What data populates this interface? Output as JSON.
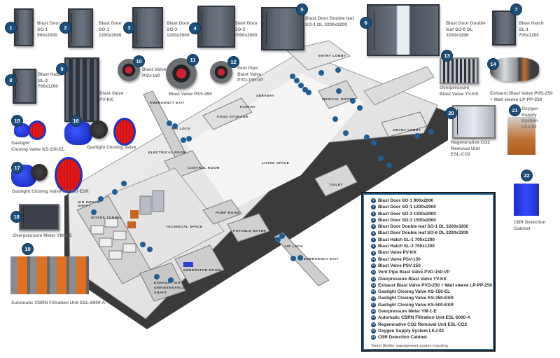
{
  "products": [
    {
      "n": "1",
      "label": "Blast Door\nSO-1\n900x2000"
    },
    {
      "n": "2",
      "label": "Blast Door\nSO-1\n1200x2000"
    },
    {
      "n": "3",
      "label": "Blast Door\nSO-3\n1200x2000"
    },
    {
      "n": "4",
      "label": "Blast Door\nSO-3\n1500x2000"
    },
    {
      "n": "5",
      "label": "Blast Door Double leaf\nSO-1 DL 3200x3200"
    },
    {
      "n": "6",
      "label": "Blast Door Double\nleaf SO-6 DL\n3200x3200"
    },
    {
      "n": "7",
      "label": "Blast Hatch\nSL-1\n700x1200"
    },
    {
      "n": "8",
      "label": "Blast Hatch\nSL-3\n700x1200"
    },
    {
      "n": "9",
      "label": "Blast Valve\nPV-KK"
    },
    {
      "n": "10",
      "label": "Blast Valve\nPSV-150"
    },
    {
      "n": "11",
      "label": "Blast Valve PSV-250"
    },
    {
      "n": "12",
      "label": "Vent Pipe\nBlast Valve\nPVD-150-VP"
    },
    {
      "n": "13",
      "label": "Overpressure\nBlast Valve YV-KK"
    },
    {
      "n": "14",
      "label": "Exhaust Blast Valve PVD-250\n+ Wall sleeve LP-PP-250"
    },
    {
      "n": "15",
      "label": "Gastight\nClosing Valve KS-150-EL"
    },
    {
      "n": "16",
      "label": "Gastight Closing Valve"
    },
    {
      "n": "17",
      "label": "Gastight Closing Valve KS-500-ESR"
    },
    {
      "n": "18",
      "label": "Overpressure Meter YM-1-E"
    },
    {
      "n": "19",
      "label": "Automatic CBRN Filtration Unit ESL-6000-A"
    },
    {
      "n": "20",
      "label": "Regenerative CO2\nRemoval Unit\nESL-CO2"
    },
    {
      "n": "21",
      "label": "Oxygen\nSupply\nSystem\nLKJ-02"
    },
    {
      "n": "22",
      "label": "CBR Detection\nCabinet"
    }
  ],
  "rooms": {
    "entry_lobby_top": "ENTRY LOBBY",
    "entry_lobby_right": "ENTRY LOBBY",
    "emergency_exit_top": "EMERGENCY EXIT",
    "emergency_exit_bottom": "EMERGENCY EXIT",
    "airlock_top": "AIR LOCK",
    "airlock_bottom": "AIR LOCK",
    "servery": "SERVERY",
    "pantry": "PANTRY",
    "food_storage": "FOOD STORAGE",
    "medical_rooms": "MEDICAL ROOMS",
    "electrical_room": "ELECTRICAL ROOM",
    "control_room": "CONTROL ROOM",
    "living_space": "LIVING SPACE",
    "toilet": "TOILET",
    "air_intake_shaft": "AIR INTAKE\nSHAFT",
    "intake_tunnel": "INTAKE TUNNEL",
    "technical_space": "TECHNICAL SPACE",
    "pump_room": "PUMP ROOM",
    "potable_water": "POTABLE WATER",
    "generator_room": "GENERATOR ROOM",
    "exhaust_shaft": "EXHAUST AIR\n&MAINTENANCE\nSHAFT"
  },
  "legend": {
    "items": [
      {
        "n": "1",
        "text": "Blast Door SO-1 900x2000"
      },
      {
        "n": "2",
        "text": "Blast Door SO-1 1200x2000"
      },
      {
        "n": "3",
        "text": "Blast Door SO-3 1200x2000"
      },
      {
        "n": "4",
        "text": "Blast Door SO-3 1500x2000"
      },
      {
        "n": "5",
        "text": "Blast Door Double leaf SO-1 DL 3200x3200"
      },
      {
        "n": "6",
        "text": "Blast Door Double leaf SO-6 DL 3200x3200"
      },
      {
        "n": "7",
        "text": "Blast Hatch SL-1 700x1200"
      },
      {
        "n": "8",
        "text": "Blast Hatch SL-3 700x1200"
      },
      {
        "n": "9",
        "text": "Blast Valve PV-KK"
      },
      {
        "n": "10",
        "text": "Blast Valve PSV-150"
      },
      {
        "n": "11",
        "text": "Blast Valve PSV-250"
      },
      {
        "n": "12",
        "text": "Vent Pipe Blast Valve PVD-150-VP"
      },
      {
        "n": "13",
        "text": "Overpressure Blast Valve YV-KK"
      },
      {
        "n": "14",
        "text": "Exhaust Blast Valve PVD-250 + Wall sleeve LP-PP-250"
      },
      {
        "n": "15",
        "text": "Gastight Closing Valve KS-150-EL"
      },
      {
        "n": "16",
        "text": "Gastight Closing Valve KS-250-ESR"
      },
      {
        "n": "17",
        "text": "Gastight Closing Valve KS-500-ESR"
      },
      {
        "n": "18",
        "text": "Overpressure Meter YM-1-E"
      },
      {
        "n": "19",
        "text": "Automatic CBRN Filtration Unit ESL-6000-A"
      },
      {
        "n": "20",
        "text": "Regenerative CO2 Removal Unit ESL-CO2"
      },
      {
        "n": "21",
        "text": "Oxygen Supply System LKJ-02"
      },
      {
        "n": "22",
        "text": "CBR Detection Cabinet"
      }
    ],
    "note": "Temet Shelter management system including\nCBR detectors inside and outside of shelter."
  },
  "colors": {
    "badge": "#1b4f7a",
    "valve_blue": "#1c33c8",
    "valve_red": "#e01818",
    "filter_orange": "#e07020"
  }
}
